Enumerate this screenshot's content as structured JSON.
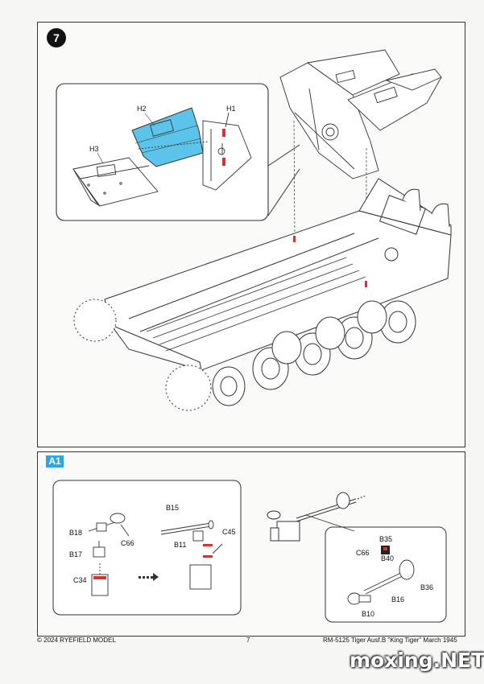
{
  "step": {
    "number": "7"
  },
  "detail_labels": {
    "h1": "H1",
    "h2": "H2",
    "h3": "H3"
  },
  "subassembly": {
    "badge": "A1",
    "labels": {
      "b18": "B18",
      "c66_left": "C66",
      "b17": "B17",
      "c34": "C34",
      "b15": "B15",
      "b11": "B11",
      "c45": "C45",
      "b35": "B35",
      "c66_right": "C66",
      "b40": "B40",
      "b36": "B36",
      "b16": "B16",
      "b10": "B10"
    }
  },
  "colors": {
    "highlight_part": "#5cc3ea",
    "marker_red": "#d8322d",
    "a1_badge": "#2aa8e0"
  },
  "footer": {
    "copyright": "© 2024 RYEFIELD MODEL",
    "page": "7",
    "product": "RM-5125 Tiger Ausf.B \"King Tiger\" March 1945"
  },
  "watermark": "moxing.NET"
}
